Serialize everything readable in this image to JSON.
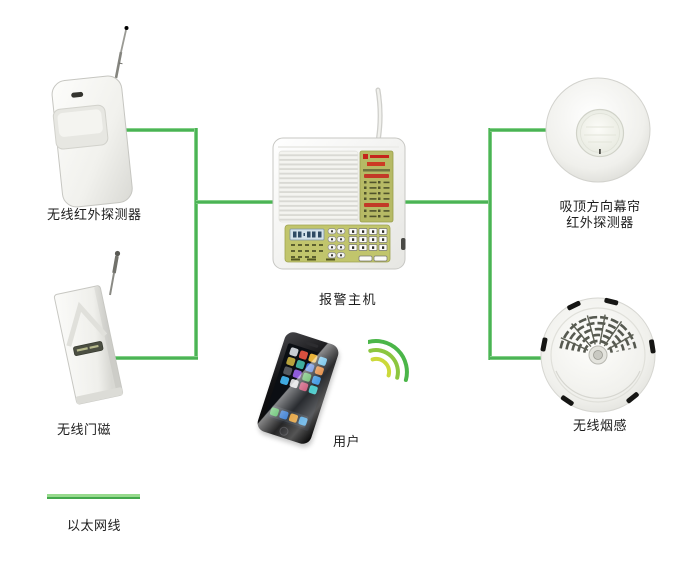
{
  "colors": {
    "cable_green": "#49b254",
    "cable_green_light": "#a6e2a6",
    "panel_olive": "#b6ba65",
    "accent_red": "#c5251b",
    "signal_arc_inner": "#ccd93a",
    "signal_arc_middle": "#8cc63f",
    "signal_arc_outer": "#4bb649"
  },
  "devices": {
    "pir": {
      "label": "无线红外探测器"
    },
    "door": {
      "label": "无线门磁"
    },
    "host": {
      "label": "报警主机"
    },
    "ceiling": {
      "label_line1": "吸顶方向幕帘",
      "label_line2": "红外探测器"
    },
    "smoke": {
      "label": "无线烟感"
    },
    "user": {
      "label": "用户"
    }
  },
  "legend": {
    "label": "以太网线"
  },
  "phone": {
    "app_icon_colors": [
      "#c9cdd2",
      "#d94f3f",
      "#e8b23a",
      "#58b7e6",
      "#b8a23c",
      "#3fae9e",
      "#3f6fd9",
      "#e07f2e",
      "#55585e",
      "#8e5bd9",
      "#4caf50",
      "#2f8fe0",
      "#3fa9e0",
      "#d6d6d8",
      "#c23d63",
      "#35c4c4"
    ],
    "dock_icon_colors": [
      "#3bb24a",
      "#2f76d0",
      "#e09a2f",
      "#3f9fe0"
    ]
  }
}
